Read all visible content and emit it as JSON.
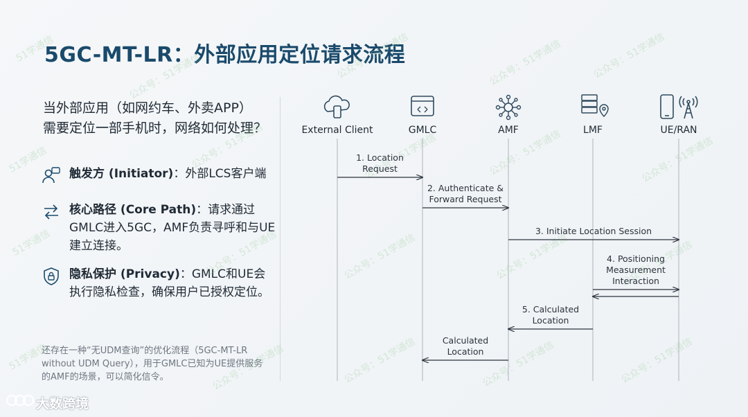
{
  "title": "5GC-MT-LR：外部应用定位请求流程",
  "intro": [
    "当外部应用（如网约车、外卖APP）",
    "需要定位一部手机时，网络如何处理？"
  ],
  "points": [
    {
      "label": "触发方 (Initiator)",
      "text": "：外部LCS客户端"
    },
    {
      "label": "核心路径 (Core Path)",
      "text": "：请求通过GMLC进入5GC，AMF负责寻呼和与UE建立连接。"
    },
    {
      "label": "隐私保护 (Privacy)",
      "text": "：GMLC和UE会执行隐私检查，确保用户已授权定位。"
    }
  ],
  "footnote": "还存在一种“无UDM查询”的优化流程（5GC-MT-LR without UDM Query），用于GMLC已知为UE提供服务的AMF的场景，可以简化信令。",
  "participants": [
    "External Client",
    "GMLC",
    "AMF",
    "LMF",
    "UE/RAN"
  ],
  "messages": [
    {
      "from": 0,
      "to": 1,
      "lines": [
        "1. Location",
        "Request"
      ]
    },
    {
      "from": 1,
      "to": 2,
      "lines": [
        "2. Authenticate &",
        "Forward Request"
      ]
    },
    {
      "from": 2,
      "to": 4,
      "lines": [
        "3. Initiate Location Session"
      ]
    },
    {
      "from": 3,
      "to": 4,
      "lines": [
        "4. Positioning",
        "Measurement",
        "Interaction"
      ],
      "bidirectional": true
    },
    {
      "from": 3,
      "to": 2,
      "lines": [
        "5. Calculated",
        "Location"
      ]
    },
    {
      "from": 2,
      "to": 1,
      "lines": [
        "Calculated",
        "Location"
      ]
    }
  ],
  "watermark": [
    "51学通信",
    "公众号：51学通信"
  ],
  "logo": "大数跨境",
  "colors": {
    "title": "#1a4a6b",
    "lifeline": "#b8bec4",
    "arrow": "#2a333c"
  }
}
